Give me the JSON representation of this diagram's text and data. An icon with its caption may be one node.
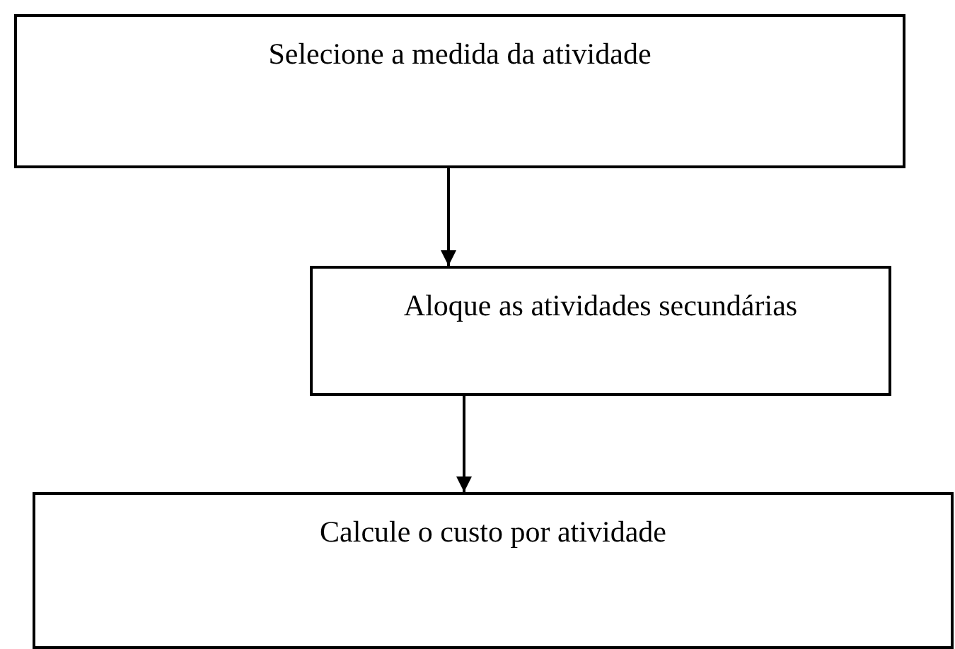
{
  "diagram": {
    "nodes": [
      {
        "text": [
          "Selecione a medida da atividade"
        ]
      },
      {
        "text": [
          "Aloque as atividades secundárias"
        ]
      },
      {
        "text": [
          "Calcule o custo por atividade"
        ]
      }
    ],
    "edges": [
      {
        "from": 0,
        "to": 1,
        "arrow": "to"
      },
      {
        "from": 1,
        "to": 2,
        "arrow": "to"
      }
    ]
  }
}
